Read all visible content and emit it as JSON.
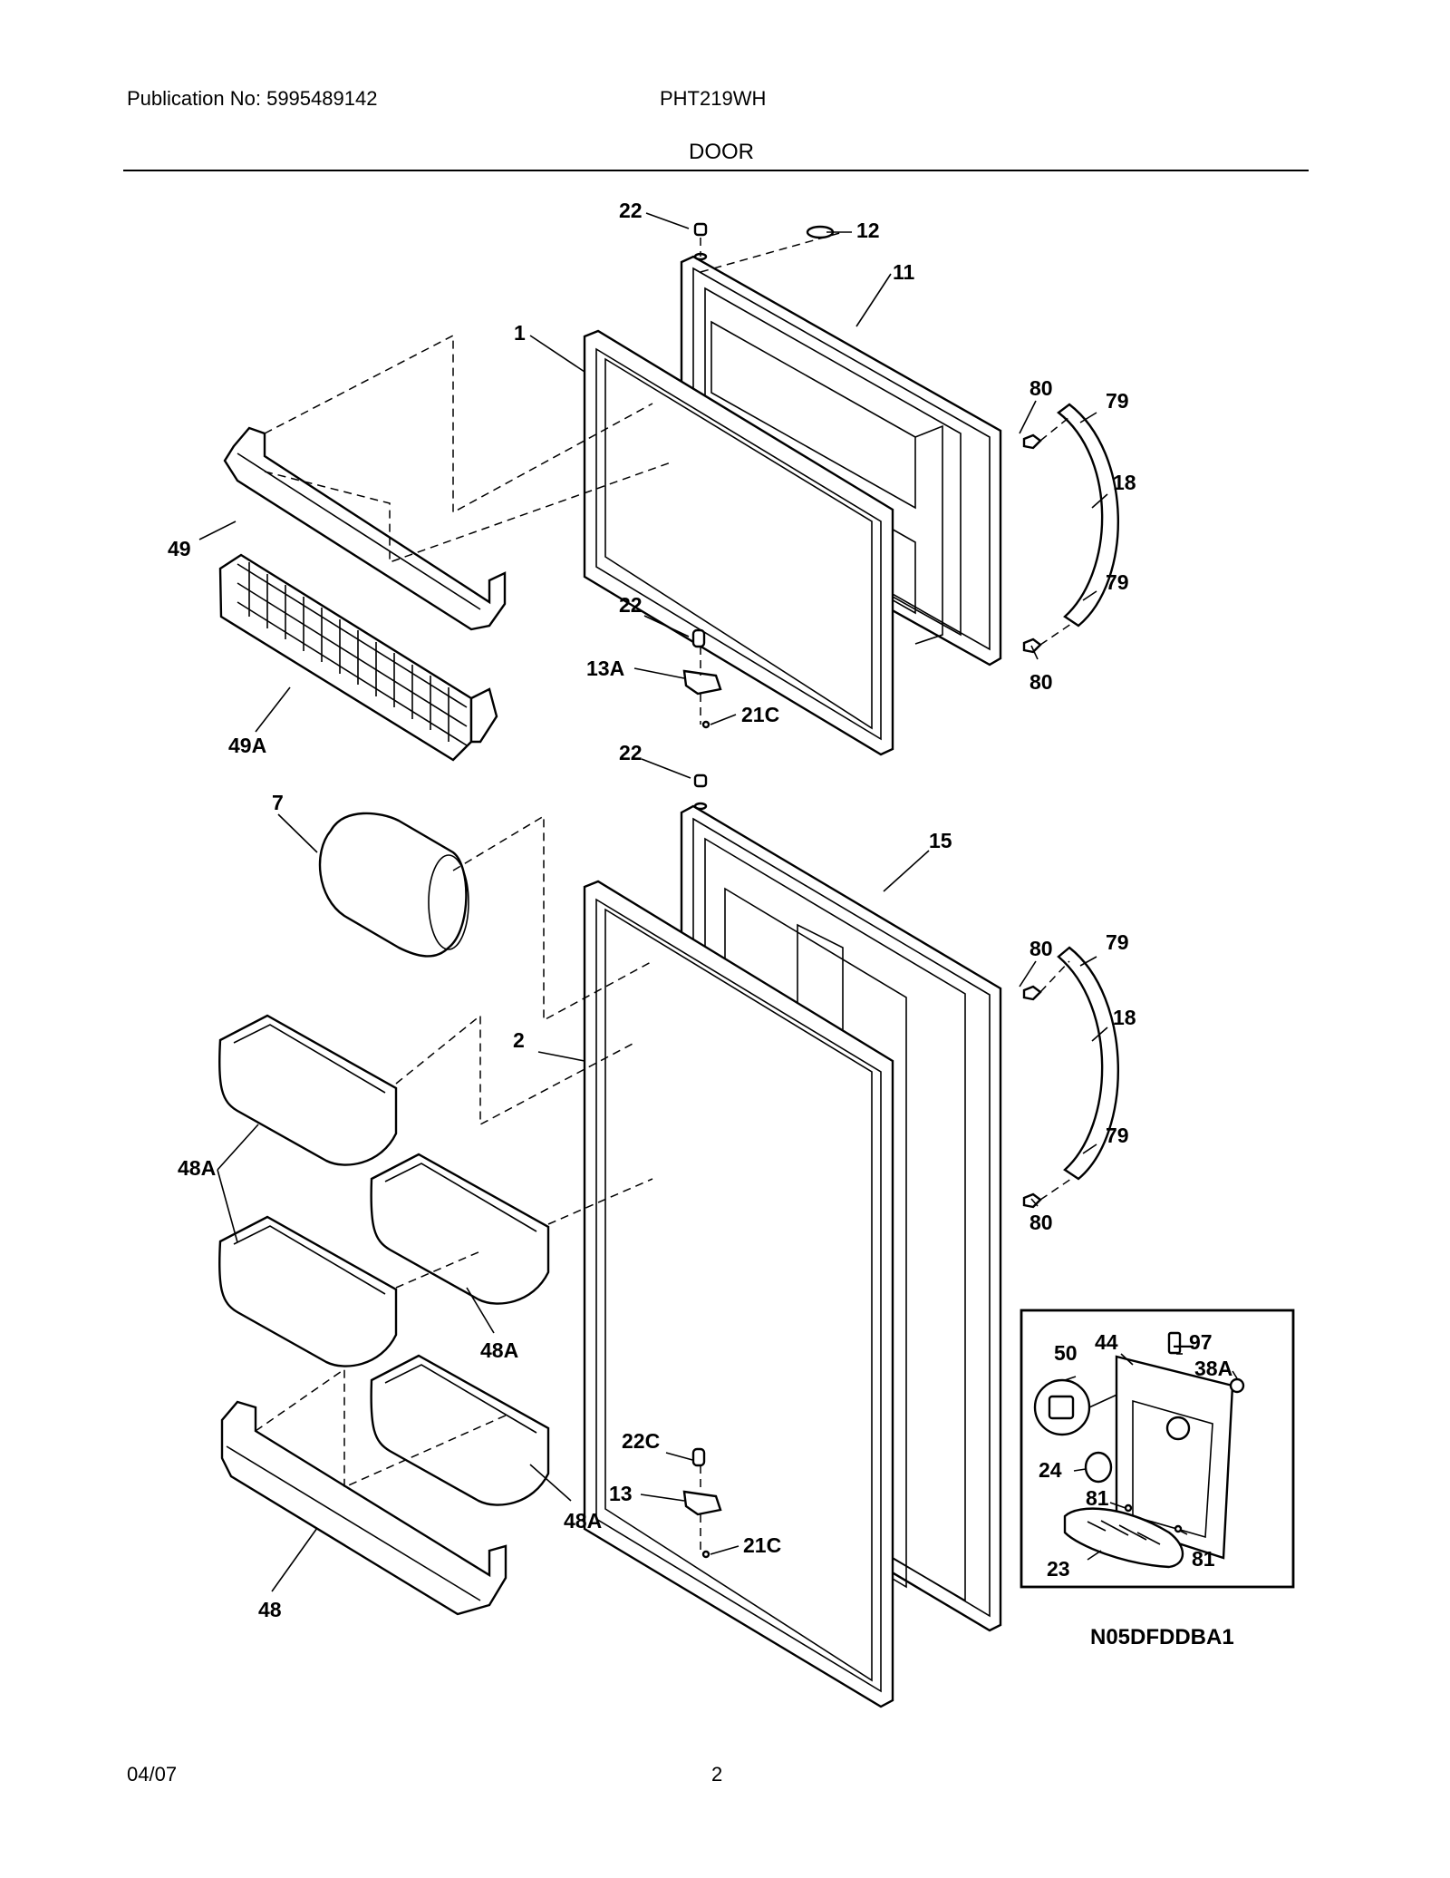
{
  "header": {
    "publication": "Publication No: 5995489142",
    "model": "PHT219WH",
    "section": "DOOR"
  },
  "footer": {
    "date": "04/07",
    "page": "2"
  },
  "diagram": {
    "image_code": "N05DFDDBA1",
    "callouts": {
      "freezer_door_screw_top": "22",
      "plug": "12",
      "freezer_door": "11",
      "freezer_gasket": "1",
      "handle_screw_top_upper": "80",
      "handle_cap_top_upper": "79",
      "freezer_handle": "18",
      "handle_cap_bottom_upper": "79",
      "handle_screw_bottom_upper": "80",
      "freezer_shelf_rail": "49",
      "freezer_wire_shelf": "49A",
      "hinge_pin_upper": "22",
      "hinge_upper": "13A",
      "hinge_screw_upper": "21C",
      "fresh_door_screw_top": "22",
      "dairy_door": "7",
      "fresh_food_door": "15",
      "handle_screw_top_lower": "80",
      "handle_cap_top_lower": "79",
      "fresh_handle": "18",
      "fresh_gasket": "2",
      "handle_cap_bottom_lower": "79",
      "handle_screw_bottom_lower": "80",
      "bin_left_upper": "48A",
      "bin_right_upper": "48A",
      "bin_right_lower": "48A",
      "door_shelf": "48",
      "hinge_pin_lower": "22C",
      "hinge_lower": "13",
      "hinge_screw_lower": "21C",
      "switch": "50",
      "control_housing": "44",
      "housing_screw": "97",
      "housing_clip": "38A",
      "control_knob": "24",
      "cover_screw_left": "81",
      "cover_screw_right": "81",
      "grille_cover": "23"
    }
  }
}
